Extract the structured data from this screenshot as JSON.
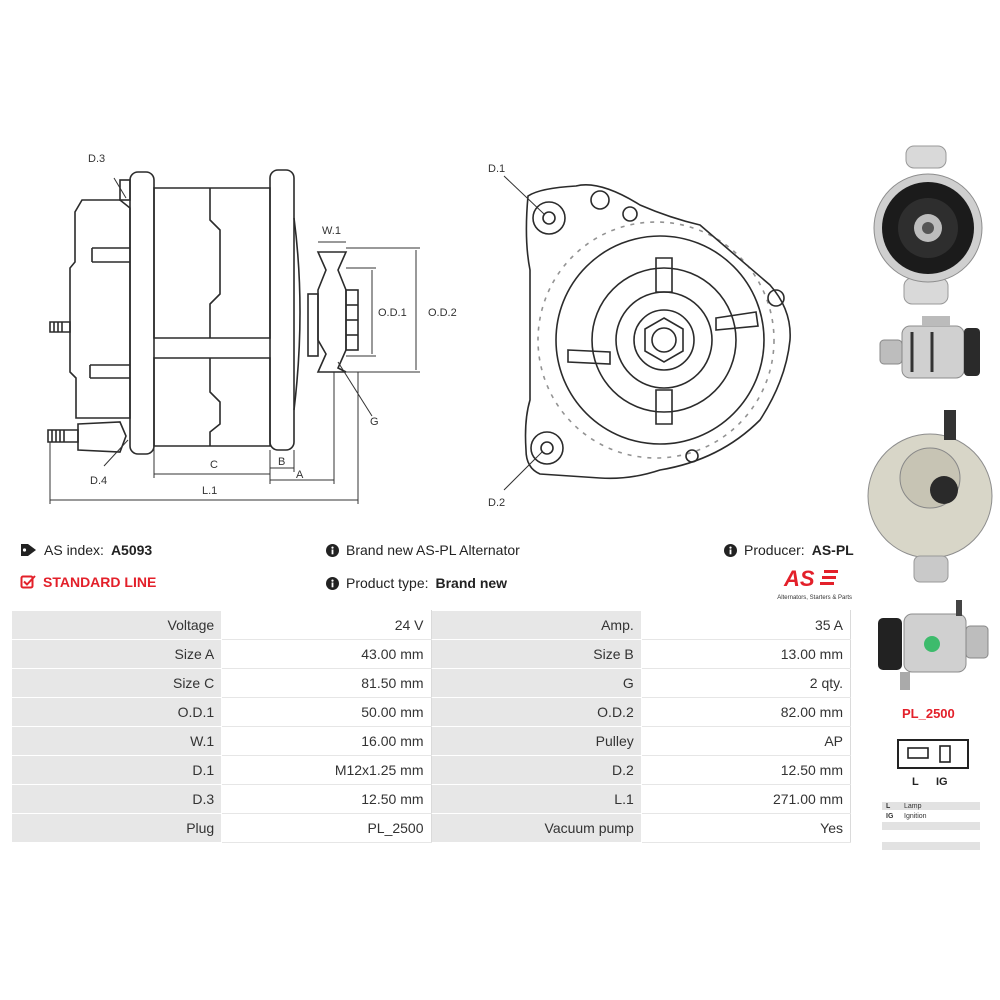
{
  "drawing_labels": {
    "d3": "D.3",
    "d4": "D.4",
    "w1": "W.1",
    "od1": "O.D.1",
    "od2": "O.D.2",
    "g": "G",
    "c": "C",
    "b": "B",
    "a": "A",
    "l1": "L.1",
    "d1": "D.1",
    "d2": "D.2"
  },
  "info": {
    "as_index_label": "AS index:",
    "as_index_value": "A5093",
    "standard_line": "STANDARD LINE",
    "description": "Brand new AS-PL Alternator",
    "product_type_label": "Product type:",
    "product_type_value": "Brand new",
    "producer_label": "Producer:",
    "producer_value": "AS-PL"
  },
  "logo": {
    "text": "AS",
    "tagline": "Alternators, Starters & Parts",
    "color": "#e3202a"
  },
  "specs": [
    [
      "Voltage",
      "24 V",
      "Amp.",
      "35 A"
    ],
    [
      "Size A",
      "43.00 mm",
      "Size B",
      "13.00 mm"
    ],
    [
      "Size C",
      "81.50 mm",
      "G",
      "2 qty."
    ],
    [
      "O.D.1",
      "50.00 mm",
      "O.D.2",
      "82.00 mm"
    ],
    [
      "W.1",
      "16.00 mm",
      "Pulley",
      "AP"
    ],
    [
      "D.1",
      "M12x1.25 mm",
      "D.2",
      "12.50 mm"
    ],
    [
      "D.3",
      "12.50 mm",
      "L.1",
      "271.00 mm"
    ],
    [
      "Plug",
      "PL_2500",
      "Vacuum pump",
      "Yes"
    ]
  ],
  "plug": {
    "name": "PL_2500",
    "terminals": [
      "L",
      "IG"
    ],
    "pins": [
      {
        "key": "L",
        "desc": "Lamp"
      },
      {
        "key": "IG",
        "desc": "Ignition"
      },
      {
        "key": "",
        "desc": ""
      },
      {
        "key": "",
        "desc": ""
      }
    ]
  },
  "colors": {
    "accent": "#e3202a",
    "key_cell": "#e7e7e7"
  },
  "icons": [
    "tag-icon",
    "checkbox-icon",
    "info-icon"
  ]
}
